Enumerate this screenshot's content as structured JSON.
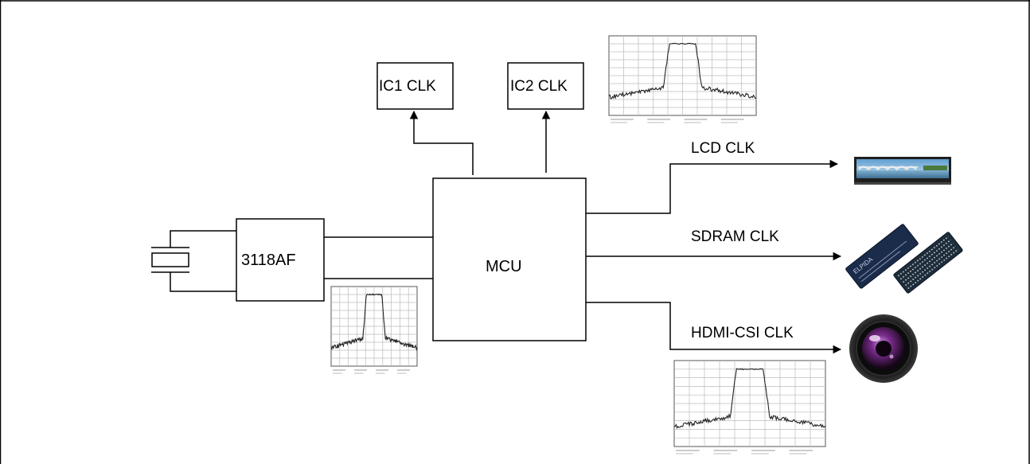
{
  "diagram": {
    "blocks": {
      "clock_chip": "3118AF",
      "mcu": "MCU",
      "ic1": "IC1 CLK",
      "ic2": "IC2 CLK"
    },
    "outputs": {
      "lcd": "LCD CLK",
      "sdram": "SDRAM CLK",
      "hdmi": "HDMI-CSI CLK"
    },
    "peripherals": {
      "lcd": "lcd-panel-image",
      "sdram": "sdram-chips-image",
      "hdmi": "camera-lens-image"
    },
    "spectrum_plots": [
      "spectrum-plot-top",
      "spectrum-plot-chip",
      "spectrum-plot-bottom"
    ],
    "sdram_chip_marking": "ELPIDA"
  }
}
